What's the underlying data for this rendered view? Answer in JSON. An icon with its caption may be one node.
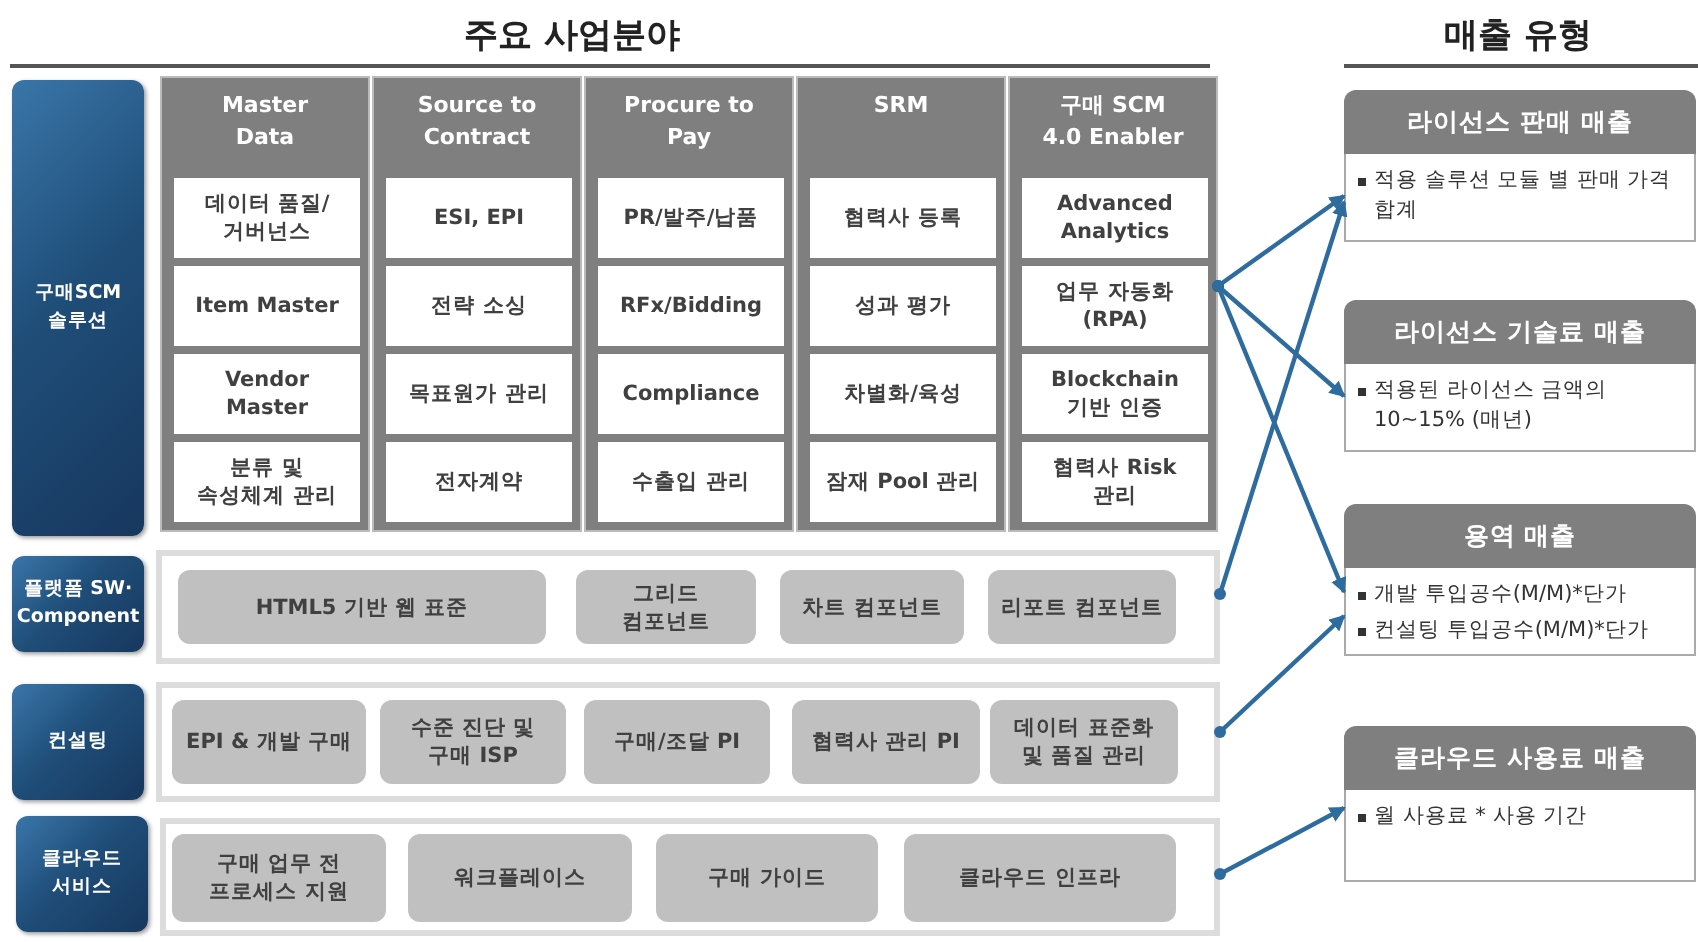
{
  "diagram": {
    "nodes": [
      {
        "text": [
          "구매SCM 솔루션"
        ]
      },
      {
        "text": [
          "Master Data"
        ]
      },
      {
        "text": [
          "데이터 품질/ 거버넌스"
        ],
        "in": 1
      },
      {
        "text": [
          "Item Master"
        ],
        "in": 1
      },
      {
        "text": [
          "Vendor Master"
        ],
        "in": 1
      },
      {
        "text": [
          "분류 및 속성체계 관리"
        ],
        "in": 1
      },
      {
        "text": [
          "Source to Contract"
        ]
      },
      {
        "text": [
          "ESI, EPI"
        ],
        "in": 6
      },
      {
        "text": [
          "전략 소싱"
        ],
        "in": 6
      },
      {
        "text": [
          "목표원가 관리"
        ],
        "in": 6
      },
      {
        "text": [
          "전자계약"
        ],
        "in": 6
      },
      {
        "text": [
          "Procure to Pay"
        ]
      },
      {
        "text": [
          "PR/발주/납품"
        ],
        "in": 11
      },
      {
        "text": [
          "RFx/Bidding"
        ],
        "in": 11
      },
      {
        "text": [
          "Compliance"
        ],
        "in": 11
      },
      {
        "text": [
          "수출입 관리"
        ],
        "in": 11
      },
      {
        "text": [
          "SRM"
        ]
      },
      {
        "text": [
          "협력사 등록"
        ],
        "in": 16
      },
      {
        "text": [
          "성과 평가"
        ],
        "in": 16
      },
      {
        "text": [
          "차별화/육성"
        ],
        "in": 16
      },
      {
        "text": [
          "잠재 Pool 관리"
        ],
        "in": 16
      },
      {
        "text": [
          "구매 SCM 4.0 Enabler"
        ]
      },
      {
        "text": [
          "Advanced Analytics"
        ],
        "in": 21
      },
      {
        "text": [
          "업무 자동화 (RPA)"
        ],
        "in": 21
      },
      {
        "text": [
          "Blockchain 기반 인증"
        ],
        "in": 21
      },
      {
        "text": [
          "협력사 Risk 관리"
        ],
        "in": 21
      },
      {
        "text": [
          "플랫폼 SW· Component"
        ]
      },
      {
        "text": [],
        "shape": "box"
      },
      {
        "text": [
          "HTML5 기반 웹 표준"
        ],
        "in": 27
      },
      {
        "text": [
          "그리드 컴포넌트"
        ],
        "in": 27
      },
      {
        "text": [
          "차트 컴포넌트"
        ],
        "in": 27
      },
      {
        "text": [
          "리포트 컴포넌트"
        ],
        "in": 27
      },
      {
        "text": [
          "컨설팅"
        ]
      },
      {
        "text": [],
        "shape": "box"
      },
      {
        "text": [
          "EPI & 개발 구매"
        ],
        "in": 33
      },
      {
        "text": [
          "수준 진단 및 구매 ISP"
        ],
        "in": 33
      },
      {
        "text": [
          "구매/조달 PI"
        ],
        "in": 33
      },
      {
        "text": [
          "협력사 관리 PI"
        ],
        "in": 33
      },
      {
        "text": [
          "데이터 표준화 및 품질 관리"
        ],
        "in": 33
      },
      {
        "text": [
          "클라우드 서비스"
        ]
      },
      {
        "text": [],
        "shape": "box"
      },
      {
        "text": [
          "구매 업무 전 프로세스 지원"
        ],
        "in": 40
      },
      {
        "text": [
          "워크플레이스"
        ],
        "in": 40
      },
      {
        "text": [
          "구매 가이드"
        ],
        "in": 40
      },
      {
        "text": [
          "클라우드 인프라"
        ],
        "in": 40
      },
      {
        "text": [
          "라이선스 판매 매출",
          "적용 솔루션 모듈 별 판매 가격 합계"
        ]
      },
      {
        "text": [
          "라이선스 기술료 매출",
          "적용된 라이선스 금액의 10~15% (매년)"
        ]
      },
      {
        "text": [
          "용역 매출",
          "개발 투입공수(M/M)*단가",
          "컨설팅 투입공수(M/M)*단가"
        ]
      },
      {
        "text": [
          "클라우드 사용료 매출",
          "월 사용료 * 사용 기간"
        ]
      }
    ],
    "edges": [
      {
        "from": 21,
        "to": 45,
        "arrow": "to"
      },
      {
        "from": 21,
        "to": 46,
        "arrow": "to"
      },
      {
        "from": 21,
        "to": 47,
        "arrow": "to"
      },
      {
        "from": 27,
        "to": 45,
        "arrow": "to"
      },
      {
        "from": 33,
        "to": 47,
        "arrow": "to"
      },
      {
        "from": 40,
        "to": 48,
        "arrow": "to"
      }
    ],
    "labels": [
      "주요 사업분야",
      "매출 유형"
    ]
  }
}
